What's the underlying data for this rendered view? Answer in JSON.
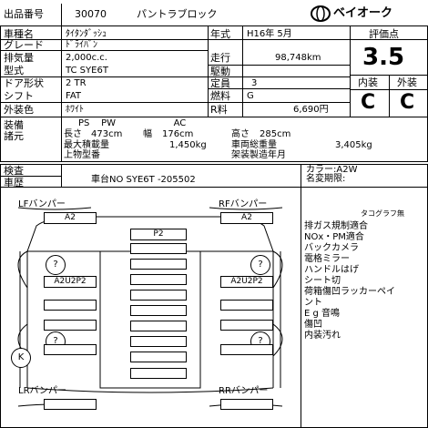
{
  "header": {
    "lot_label": "出品番号",
    "lot_no": "30070",
    "body_type": "パントラブロック",
    "brand": "ベイオーク"
  },
  "fields": {
    "car_name_label": "車種名",
    "car_name": "ﾀｲﾀﾝﾀﾞｯｼｭ",
    "grade_label": "グレード",
    "grade": "ﾄﾞﾗｲﾊﾞﾝ",
    "displacement_label": "排気量",
    "displacement": "2,000c.c.",
    "model_label": "型式",
    "model": "TC  SYE6T",
    "door_label": "ドア形状",
    "door": "2 TR",
    "shift_label": "シフト",
    "shift": "FAT",
    "color_label": "外装色",
    "color": "ﾎﾜｲﾄ",
    "year_label": "年式",
    "year": "H16年  5月",
    "mileage_label": "走行",
    "mileage": "98,748km",
    "drive_label": "駆動",
    "drive": "",
    "capacity_label": "定員",
    "capacity": "3",
    "fuel_label": "燃料",
    "fuel": "G",
    "tax_label": "R料",
    "tax": "6,690円"
  },
  "score": {
    "label": "評価点",
    "value": "3.5",
    "interior_label": "内装",
    "exterior_label": "外装",
    "interior": "C",
    "exterior": "C"
  },
  "specs": {
    "label1": "装備",
    "label2": "諸元",
    "equip": "PS    PW                    AC",
    "length_label": "長さ",
    "length": "473cm",
    "width_label": "幅",
    "width": "176cm",
    "height_label": "高さ",
    "height": "285cm",
    "max_load_label": "最大積載量",
    "max_load": "1,450kg",
    "gross_label": "車両総重量",
    "gross": "3,405kg",
    "body_label": "上物型番",
    "body_year_label": "架装製造年月"
  },
  "inspection": {
    "label1": "検査",
    "label2": "車歴",
    "chassis": "車台NO SYE6T -205502",
    "color_note": "カラー:A2W",
    "name_change": "名変期限:"
  },
  "diagram": {
    "lf": "LFバンパー",
    "rf": "RFバンパー",
    "lr": "LRバンパー",
    "rr": "RRバンパー",
    "a2_left": "A2",
    "a2_right": "A2",
    "p2": "P2",
    "a2u2p2_left": "A2U2P2",
    "a2u2p2_right": "A2U2P2",
    "q1": "?",
    "q2": "?",
    "q3": "?",
    "q4": "?",
    "k": "K"
  },
  "notes": [
    "タコグラフ無",
    "排ガス規制適合",
    "NOx・PM適合",
    "バックカメラ",
    "電格ミラー",
    "ハンドルはげ",
    "シート切",
    "荷箱傷凹ラッカーペイ",
    "ント",
    "E g 音鳴",
    "傷凹",
    "内装汚れ"
  ]
}
